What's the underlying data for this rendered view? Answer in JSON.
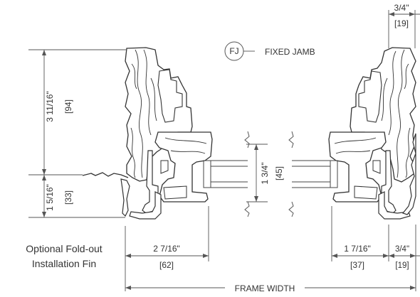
{
  "callout": {
    "tag": "FJ",
    "text": "FIXED JAMB"
  },
  "dims": {
    "top_right_in": "3/4\"",
    "top_right_mm": "[19]",
    "left_tall_in": "3 11/16\"",
    "left_tall_mm": "[94]",
    "left_short_in": "1 5/16\"",
    "left_short_mm": "[33]",
    "center_in": "1 3/4\"",
    "center_mm": "[45]",
    "bottom_left_in": "2 7/16\"",
    "bottom_left_mm": "[62]",
    "bottom_mid_in": "1 7/16\"",
    "bottom_mid_mm": "[37]",
    "bottom_right_in": "3/4\"",
    "bottom_right_mm": "[19]",
    "frame_width": "FRAME WIDTH"
  },
  "note": {
    "line1": "Optional Fold-out",
    "line2": "Installation Fin"
  },
  "colors": {
    "ink": "#333333",
    "wood_fill": "#ffffff",
    "line": "#444444"
  }
}
